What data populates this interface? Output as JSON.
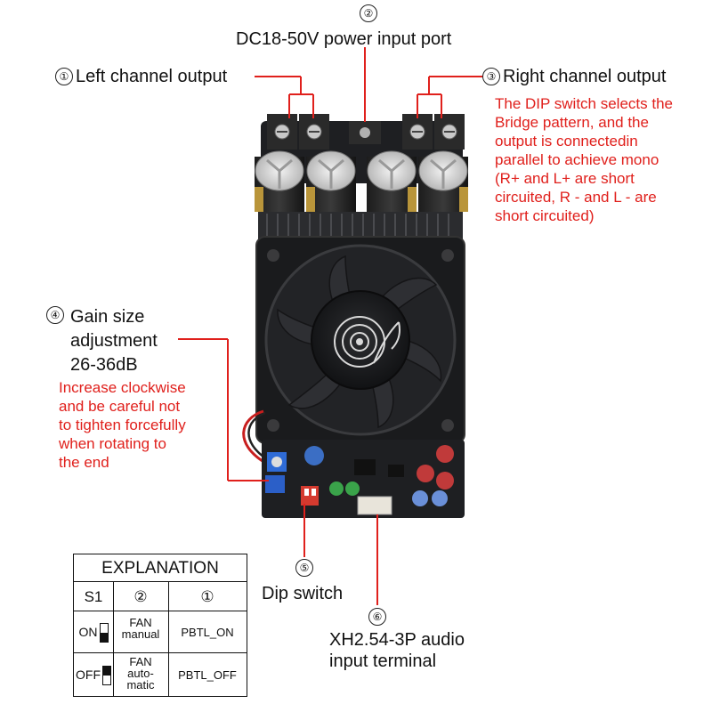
{
  "labels": {
    "l2": {
      "num": "②",
      "text": "DC18-50V power input port"
    },
    "l1": {
      "num": "①",
      "text": "Left channel output"
    },
    "l3": {
      "num": "③",
      "text": "Right channel output"
    },
    "l3_note": [
      "The DIP switch selects the",
      "Bridge pattern, and the",
      "output is connectedin",
      "parallel to achieve mono",
      "(R+ and L+ are short",
      "circuited, R - and L - are",
      "short circuited)"
    ],
    "l4": {
      "num": "④",
      "lines": [
        "Gain size",
        "adjustment",
        "26-36dB"
      ]
    },
    "l4_note": [
      "Increase clockwise",
      "and be careful not",
      "to tighten forcefully",
      "when rotating to",
      "the end"
    ],
    "l5": {
      "num": "⑤",
      "text": "Dip switch"
    },
    "l6": {
      "num": "⑥",
      "lines": [
        "XH2.54-3P audio",
        "input terminal"
      ]
    }
  },
  "table": {
    "title": "EXPLANATION",
    "head": [
      "S1",
      "②",
      "①"
    ],
    "rows": [
      {
        "state": "ON",
        "fan": [
          "FAN",
          "manual"
        ],
        "pbtl": "PBTL_ON"
      },
      {
        "state": "OFF",
        "fan": [
          "FAN",
          "auto-",
          "matic"
        ],
        "pbtl": "PBTL_OFF"
      }
    ]
  },
  "colors": {
    "annotation_red": "#e0201c",
    "pcb": "#1e1f22",
    "heatsink": "#2b2c2f",
    "fan": "#1a1b1d"
  }
}
